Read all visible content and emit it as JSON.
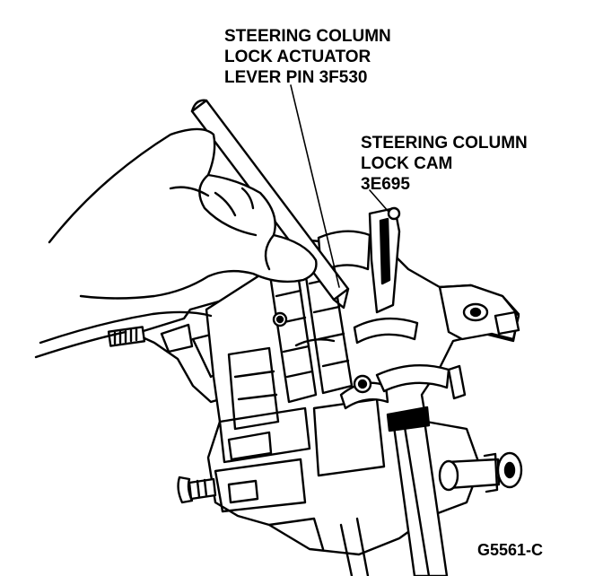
{
  "callouts": {
    "lever_pin": {
      "lines": [
        "STEERING COLUMN",
        "LOCK ACTUATOR",
        "LEVER PIN 3F530"
      ]
    },
    "lock_cam": {
      "lines": [
        "STEERING COLUMN",
        "LOCK CAM",
        "3E695"
      ]
    }
  },
  "figure_id": "G5561-C",
  "colors": {
    "ink": "#000000",
    "paper": "#ffffff"
  }
}
